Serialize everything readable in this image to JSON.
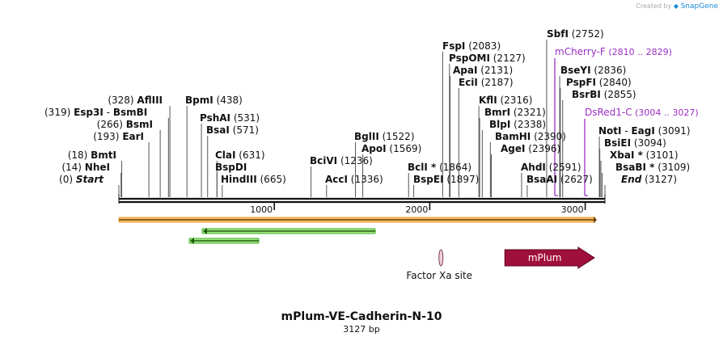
{
  "credit": {
    "text": "Created by",
    "brand": "SnapGene"
  },
  "title": "mPlum-VE-Cadherin-N-10",
  "subtitle": "3127 bp",
  "total_bp": 3127,
  "ticks": [
    "1000",
    "2000",
    "3000"
  ],
  "tick_values": [
    1000,
    2000,
    3000
  ],
  "sites": [
    {
      "name": "Start",
      "pos": "(0)",
      "bp": 0,
      "style": "italic"
    },
    {
      "name": "NheI",
      "pos": "(14)",
      "bp": 14
    },
    {
      "name": "BmtI",
      "pos": "(18)",
      "bp": 18
    },
    {
      "name": "EarI",
      "pos": "(193)",
      "bp": 193
    },
    {
      "name": "BsmI",
      "pos": "(266)",
      "bp": 266
    },
    {
      "name": "Esp3I",
      "pos": "(319)",
      "bp": 319,
      "pair": "BsmBI"
    },
    {
      "name": "AflIII",
      "pos": "(328)",
      "bp": 328
    },
    {
      "name": "BpmI",
      "pos": "(438)",
      "bp": 438
    },
    {
      "name": "PshAI",
      "pos": "(531)",
      "bp": 531
    },
    {
      "name": "BsaI",
      "pos": "(571)",
      "bp": 571
    },
    {
      "name": "ClaI",
      "pos": "(631)",
      "bp": 631
    },
    {
      "name": "BspDI",
      "pos": "",
      "bp": 631
    },
    {
      "name": "HindIII",
      "pos": "(665)",
      "bp": 665
    },
    {
      "name": "BciVI",
      "pos": "(1236)",
      "bp": 1236
    },
    {
      "name": "AccI",
      "pos": "(1336)",
      "bp": 1336
    },
    {
      "name": "BglII",
      "pos": "(1522)",
      "bp": 1522
    },
    {
      "name": "ApoI",
      "pos": "(1569)",
      "bp": 1569
    },
    {
      "name": "BclI *",
      "pos": "(1864)",
      "bp": 1864
    },
    {
      "name": "BspEI",
      "pos": "(1897)",
      "bp": 1897
    },
    {
      "name": "FspI",
      "pos": "(2083)",
      "bp": 2083
    },
    {
      "name": "PspOMI",
      "pos": "(2127)",
      "bp": 2127
    },
    {
      "name": "ApaI",
      "pos": "(2131)",
      "bp": 2131
    },
    {
      "name": "EciI",
      "pos": "(2187)",
      "bp": 2187
    },
    {
      "name": "KflI",
      "pos": "(2316)",
      "bp": 2316
    },
    {
      "name": "BmrI",
      "pos": "(2321)",
      "bp": 2321
    },
    {
      "name": "BlpI",
      "pos": "(2338)",
      "bp": 2338
    },
    {
      "name": "BamHI",
      "pos": "(2390)",
      "bp": 2390
    },
    {
      "name": "AgeI",
      "pos": "(2396)",
      "bp": 2396
    },
    {
      "name": "AhdI",
      "pos": "(2591)",
      "bp": 2591
    },
    {
      "name": "BsaAI",
      "pos": "(2627)",
      "bp": 2627
    },
    {
      "name": "SbfI",
      "pos": "(2752)",
      "bp": 2752
    },
    {
      "name": "BseYI",
      "pos": "(2836)",
      "bp": 2836
    },
    {
      "name": "PspFI",
      "pos": "(2840)",
      "bp": 2840
    },
    {
      "name": "BsrBI",
      "pos": "(2855)",
      "bp": 2855
    },
    {
      "name": "NotI",
      "pos": "(3091)",
      "bp": 3091,
      "pair": "EagI"
    },
    {
      "name": "BsiEI",
      "pos": "(3094)",
      "bp": 3094
    },
    {
      "name": "XbaI *",
      "pos": "(3101)",
      "bp": 3101
    },
    {
      "name": "BsaBI *",
      "pos": "(3109)",
      "bp": 3109
    },
    {
      "name": "End",
      "pos": "(3127)",
      "bp": 3127,
      "style": "italic"
    }
  ],
  "primers": [
    {
      "name": "mCherry-F",
      "pos": "(2810 .. 2829)",
      "start": 2810,
      "end": 2829
    },
    {
      "name": "DsRed1-C",
      "pos": "(3004 .. 3027)",
      "start": 3004,
      "end": 3027
    }
  ],
  "features": [
    {
      "name": "Factor Xa site",
      "bp": 2072
    },
    {
      "name": "mPlum",
      "start": 2400,
      "end": 3080,
      "color": "#a0103c"
    }
  ],
  "colors": {
    "backbone": "#111111",
    "orange_bar": "#f0a030",
    "green_arrow": "#3cb81e",
    "primer": "#9b2fc4",
    "mplum": "#a0103c"
  }
}
